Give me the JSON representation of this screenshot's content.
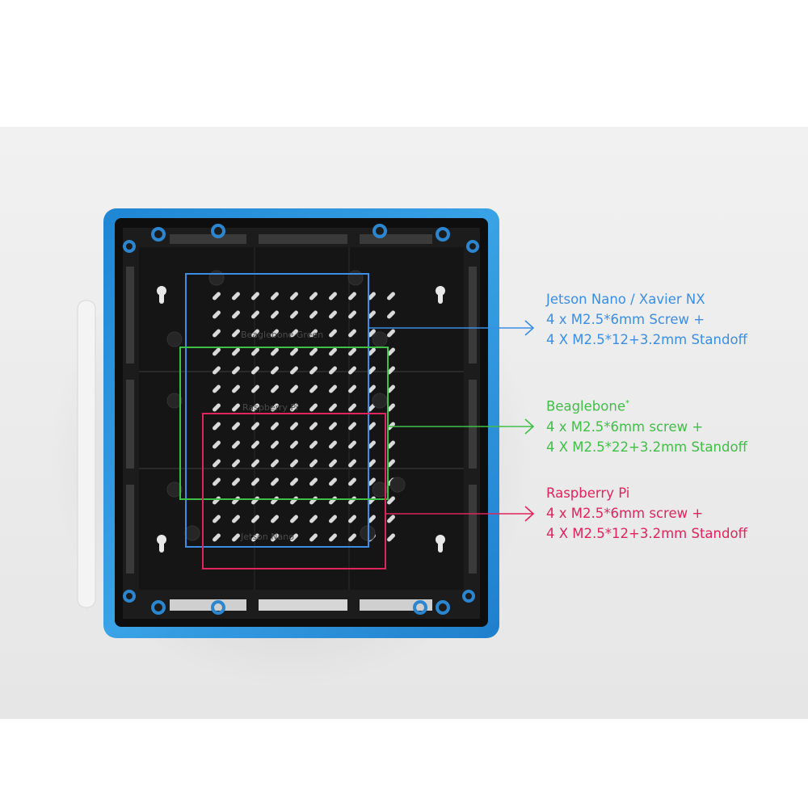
{
  "colors": {
    "backdrop": "#ececec",
    "case_blue": "#2a8fd6",
    "case_inner": "#1a1a1a",
    "jetson": "#3a8ee6",
    "beaglebone": "#3fbf46",
    "raspberry": "#e0245e"
  },
  "board_engravings": {
    "beaglebone": "Beaglebone Green",
    "raspberry": "Raspberry Pi",
    "jetson": "Jetson Nano"
  },
  "callouts": [
    {
      "id": "jetson",
      "color": "#3a8ee6",
      "title": "Jetson Nano / Xavier NX",
      "title_sup": "",
      "line1": "4 x M2.5*6mm Screw +",
      "line2": "4 X M2.5*12+3.2mm Standoff"
    },
    {
      "id": "beaglebone",
      "color": "#3fbf46",
      "title": "Beaglebone",
      "title_sup": "*",
      "line1": "4 x M2.5*6mm screw +",
      "line2": "4 X M2.5*22+3.2mm Standoff"
    },
    {
      "id": "raspberry",
      "color": "#e0245e",
      "title": "Raspberry Pi",
      "title_sup": "",
      "line1": "4 x M2.5*6mm screw +",
      "line2": "4 X M2.5*12+3.2mm Standoff"
    }
  ]
}
